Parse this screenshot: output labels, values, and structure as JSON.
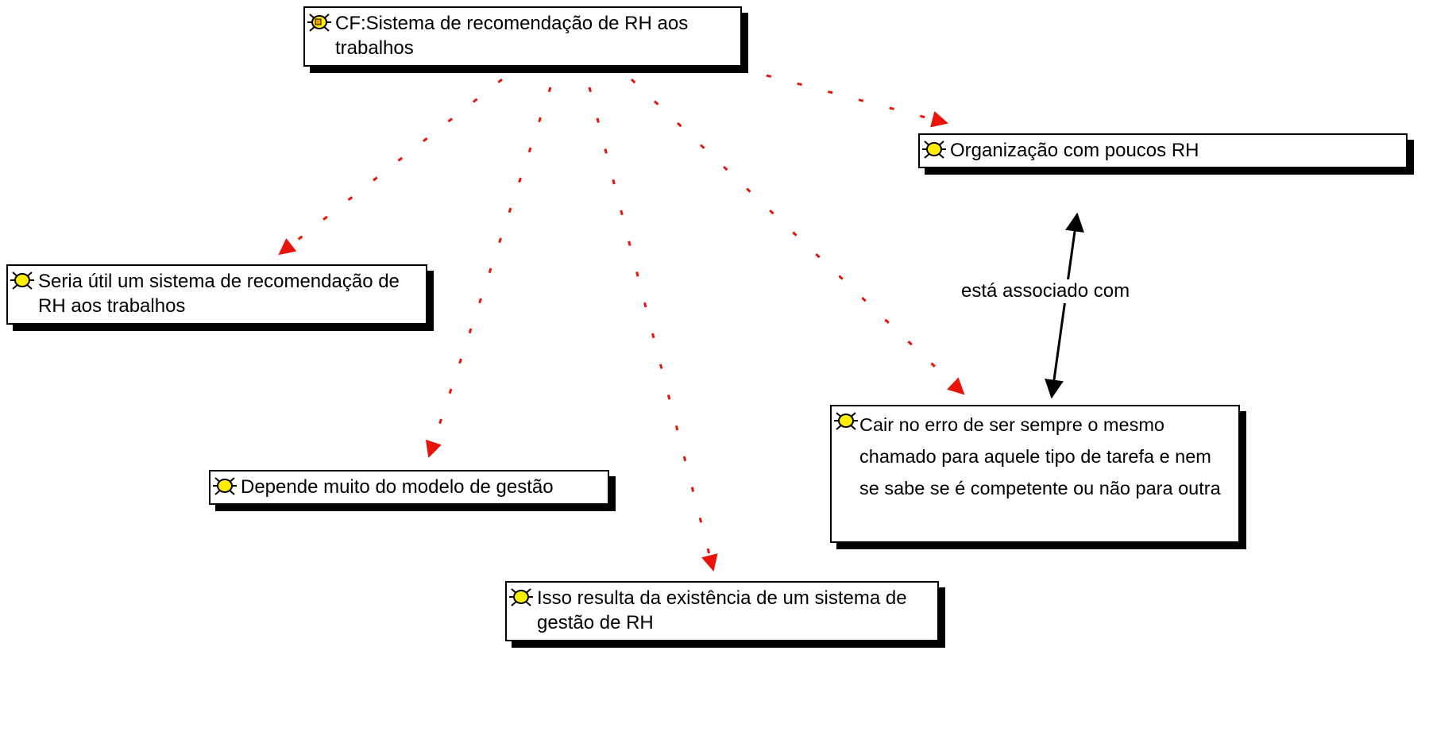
{
  "nodes": {
    "root": "CF:Sistema de recomendação de RH aos trabalhos",
    "n1": "Organização com poucos RH",
    "n2": "Seria útil um sistema de recomendação de RH aos trabalhos",
    "n3": "Cair no erro de ser sempre o mesmo chamado para aquele tipo de tarefa e nem se sabe se é competente ou não para outra",
    "n4": "Depende muito do modelo de gestão",
    "n5": "Isso resulta da existência de um sistema de gestão de RH"
  },
  "links": {
    "assoc_label": "está associado com"
  },
  "colors": {
    "dashed_link": "#e8140a",
    "solid_link": "#000000",
    "icon_fill": "#ffee00"
  },
  "icons": {
    "root": "bug-icon-special",
    "default": "bug-icon"
  }
}
